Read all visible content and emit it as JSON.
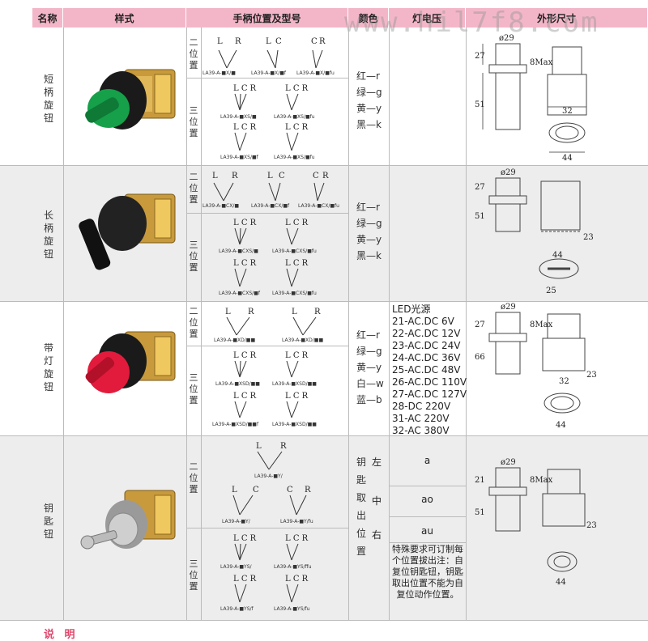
{
  "header": {
    "name": "名称",
    "style": "样式",
    "handle": "手柄位置及型号",
    "color": "颜色",
    "voltage": "灯电压",
    "dimensions": "外形尺寸"
  },
  "watermark": "www.hil7f8.com",
  "rows": [
    {
      "name": "短柄旋钮",
      "sub": [
        {
          "pos": "二位置",
          "codes": [
            "LA39-A-■X/■",
            "LA39-A-■X/■f",
            "LA39-A-■X/■fu"
          ],
          "labels": [
            "L",
            "R",
            "L",
            "C",
            "C",
            "R"
          ]
        },
        {
          "pos": "三位置",
          "codes": [
            "LA39-A-■XS/■",
            "LA39-A-■XS/■fu",
            "LA39-A-■XS/■f",
            "LA39-A-■XS/■fu"
          ],
          "labels": [
            "L",
            "C",
            "R"
          ]
        }
      ],
      "colors": [
        "红—r",
        "绿—g",
        "黄—y",
        "黑—k"
      ]
    },
    {
      "name": "长柄旋钮",
      "sub": [
        {
          "pos": "二位置",
          "codes": [
            "LA39-A-■CX/■",
            "LA39-A-■CX/■f",
            "LA39-A-■CX/■fu"
          ],
          "labels": [
            "L",
            "R",
            "L",
            "C",
            "C",
            "R"
          ]
        },
        {
          "pos": "三位置",
          "codes": [
            "LA39-A-■CXS/■",
            "LA39-A-■CXS/■fu",
            "LA39-A-■CXS/■f",
            "LA39-A-■CXS/■fu"
          ],
          "labels": [
            "L",
            "C",
            "R"
          ]
        }
      ],
      "colors": [
        "红—r",
        "绿—g",
        "黄—y",
        "黑—k"
      ]
    },
    {
      "name": "带灯旋钮",
      "sub": [
        {
          "pos": "二位置",
          "codes": [
            "LA39-A-■XD/■■",
            "LA39-A-■XD/■■"
          ],
          "labels": [
            "L",
            "R"
          ]
        },
        {
          "pos": "三位置",
          "codes": [
            "LA39-A-■XSD/■■",
            "LA39-A-■XSD/■■",
            "LA39-A-■XSD/■■f",
            "LA39-A-■XSD/■■"
          ],
          "labels": [
            "L",
            "C",
            "R"
          ]
        }
      ],
      "colors": [
        "红—r",
        "绿—g",
        "黄—y",
        "白—w",
        "蓝—b"
      ],
      "voltages": [
        "LED光源",
        "21-AC.DC 6V",
        "22-AC.DC 12V",
        "23-AC.DC 24V",
        "24-AC.DC 36V",
        "25-AC.DC 48V",
        "26-AC.DC 110V",
        "27-AC.DC 127V",
        "28-DC 220V",
        "31-AC 220V",
        "32-AC 380V"
      ]
    },
    {
      "name": "钥匙钮",
      "sub": [
        {
          "pos": "二位置",
          "codes": [
            "LA39-A-■Y/",
            "LA39-A-■Y/",
            "LA39-A-■Y/fu"
          ],
          "labels": [
            "L",
            "R",
            "L",
            "C",
            "C",
            "R"
          ]
        },
        {
          "pos": "三位置",
          "codes": [
            "LA39-A-■YS/",
            "LA39-A-■YS/ffu",
            "LA39-A-■YS/f",
            "LA39-A-■YS/fu"
          ],
          "labels": [
            "L",
            "C",
            "R"
          ]
        }
      ],
      "key_col": "钥匙取出位置",
      "key_pos": [
        "左",
        "中",
        "右"
      ],
      "key_codes": [
        "a",
        "ao",
        "au"
      ],
      "note": "特殊要求可订制每个位置拔出注：自复位钥匙钮，钥匙取出位置不能为自复位动作位置。"
    }
  ],
  "dims": [
    "ø29",
    "27",
    "51",
    "32",
    "44",
    "8Max",
    "23",
    "25",
    "66",
    "21"
  ],
  "footer": "说 明",
  "palette": {
    "header_bg": "#f3b6c8",
    "band_gray": "#ededed",
    "red_text": "#cc0000",
    "footer": "#e0476b"
  }
}
